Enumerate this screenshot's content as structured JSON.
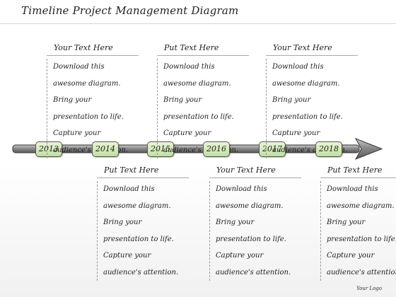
{
  "title": "Timeline Project Management Diagram",
  "logo": "Your Logo",
  "colors": {
    "year_fill": "#cfe8b4",
    "bar": "#7a7a7a"
  },
  "timeline": [
    {
      "year": "2013",
      "position": "top",
      "heading": "Your Text Here",
      "lines": [
        "Download this",
        "awesome diagram.",
        "Bring your",
        "presentation to life.",
        "Capture your",
        "audience's attention."
      ]
    },
    {
      "year": "2014",
      "position": "bottom",
      "heading": "Put Text Here",
      "lines": [
        "Download this",
        "awesome diagram.",
        "Bring your",
        "presentation to life.",
        "Capture your",
        "audience's attention."
      ]
    },
    {
      "year": "2015",
      "position": "top",
      "heading": "Put Text Here",
      "lines": [
        "Download this",
        "awesome diagram.",
        "Bring your",
        "presentation to life.",
        "Capture your",
        "audience's attention."
      ]
    },
    {
      "year": "2016",
      "position": "bottom",
      "heading": "Your Text Here",
      "lines": [
        "Download this",
        "awesome diagram.",
        "Bring your",
        "presentation to life.",
        "Capture your",
        "audience's attention."
      ]
    },
    {
      "year": "2017",
      "position": "top",
      "heading": "Your Text Here",
      "lines": [
        "Download this",
        "awesome diagram.",
        "Bring your",
        "presentation to life.",
        "Capture your",
        "audience's attention."
      ]
    },
    {
      "year": "2018",
      "position": "bottom",
      "heading": "Put Text Here",
      "lines": [
        "Download this",
        "awesome diagram.",
        "Bring your",
        "presentation to life.",
        "Capture your",
        "audience's attention."
      ]
    }
  ]
}
